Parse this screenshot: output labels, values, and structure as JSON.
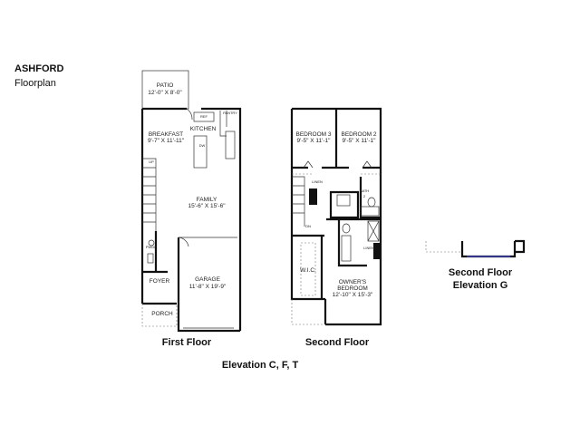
{
  "header": {
    "title": "ASHFORD",
    "subtitle": "Floorplan"
  },
  "first_floor": {
    "caption": "First Floor",
    "rooms": {
      "patio": {
        "name": "PATIO",
        "size": "12'-0\" X 8'-0\""
      },
      "breakfast": {
        "name": "BREAKFAST",
        "size": "9'-7\" X 11'-11\""
      },
      "kitchen": {
        "name": "KITCHEN"
      },
      "pantry": {
        "name": "PANTRY"
      },
      "family": {
        "name": "FAMILY",
        "size": "15'-6\" X 15'-6\""
      },
      "pwdr": {
        "name": "PWDR"
      },
      "foyer": {
        "name": "FOYER"
      },
      "garage": {
        "name": "GARAGE",
        "size": "11'-8\" X 19'-9\""
      },
      "porch": {
        "name": "PORCH"
      }
    },
    "marks": {
      "up": "UP",
      "dw": "DW",
      "ref": "REF"
    }
  },
  "second_floor": {
    "caption": "Second Floor",
    "rooms": {
      "bedroom3": {
        "name": "BEDROOM 3",
        "size": "9'-5\" X 11'-1\""
      },
      "bedroom2": {
        "name": "BEDROOM 2",
        "size": "9'-5\" X 11'-1\""
      },
      "linen1": {
        "name": "LINEN"
      },
      "bath2": {
        "name": "BATH",
        "num": "2"
      },
      "linen2": {
        "name": "LINEN"
      },
      "wic": {
        "name": "W.I.C."
      },
      "owners": {
        "name": "OWNER'S",
        "name2": "BEDROOM",
        "size": "12'-10\" X 15'-3\""
      }
    },
    "marks": {
      "dn": "DN"
    }
  },
  "elevation_g": {
    "caption1": "Second Floor",
    "caption2": "Elevation G"
  },
  "elevation_note": "Elevation C, F, T"
}
